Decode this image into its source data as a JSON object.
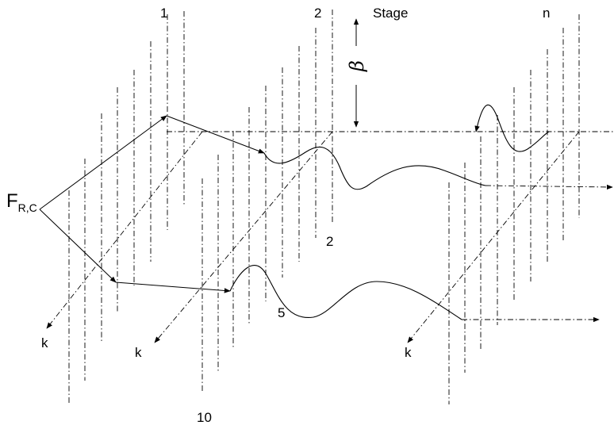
{
  "labels": {
    "stage_1": "1",
    "stage_2": "2",
    "stage_word": "Stage",
    "stage_n": "n",
    "force_main": "F",
    "force_sub": "R,C",
    "beta": "β",
    "k_1": "k",
    "k_2": "k",
    "k_3": "k",
    "num_2": "2",
    "num_5": "5",
    "num_10": "10"
  }
}
